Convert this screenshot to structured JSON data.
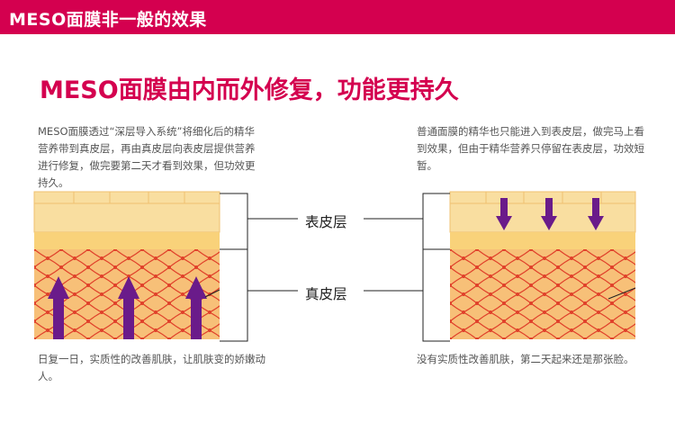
{
  "header": {
    "title": "MESO面膜非一般的效果"
  },
  "headline": "MESO面膜由内而外修复，功能更持久",
  "left": {
    "description": "MESO面膜透过“深层导入系统”将细化后的精华营养带到真皮层，再由真皮层向表皮层提供营养进行修复，做完要第二天才看到效果，但功效更持久。",
    "caption": "日复一日，实质性的改善肌肤，让肌肤变的娇嫩动人。"
  },
  "right": {
    "description": "普通面膜的精华也只能进入到表皮层，做完马上看到效果，但由于精华营养只停留在表皮层，功效短暂。",
    "caption": "没有实质性改善肌肤，第二天起来还是那张脸。"
  },
  "labels": {
    "surface": "表皮层",
    "dermis": "真皮层"
  },
  "colors": {
    "brand": "#d4004f",
    "surface_layer": "#f9dea0",
    "dermis_layer": "#f7c078",
    "mesh": "#e0402a",
    "arrow": "#6a1b8a"
  }
}
